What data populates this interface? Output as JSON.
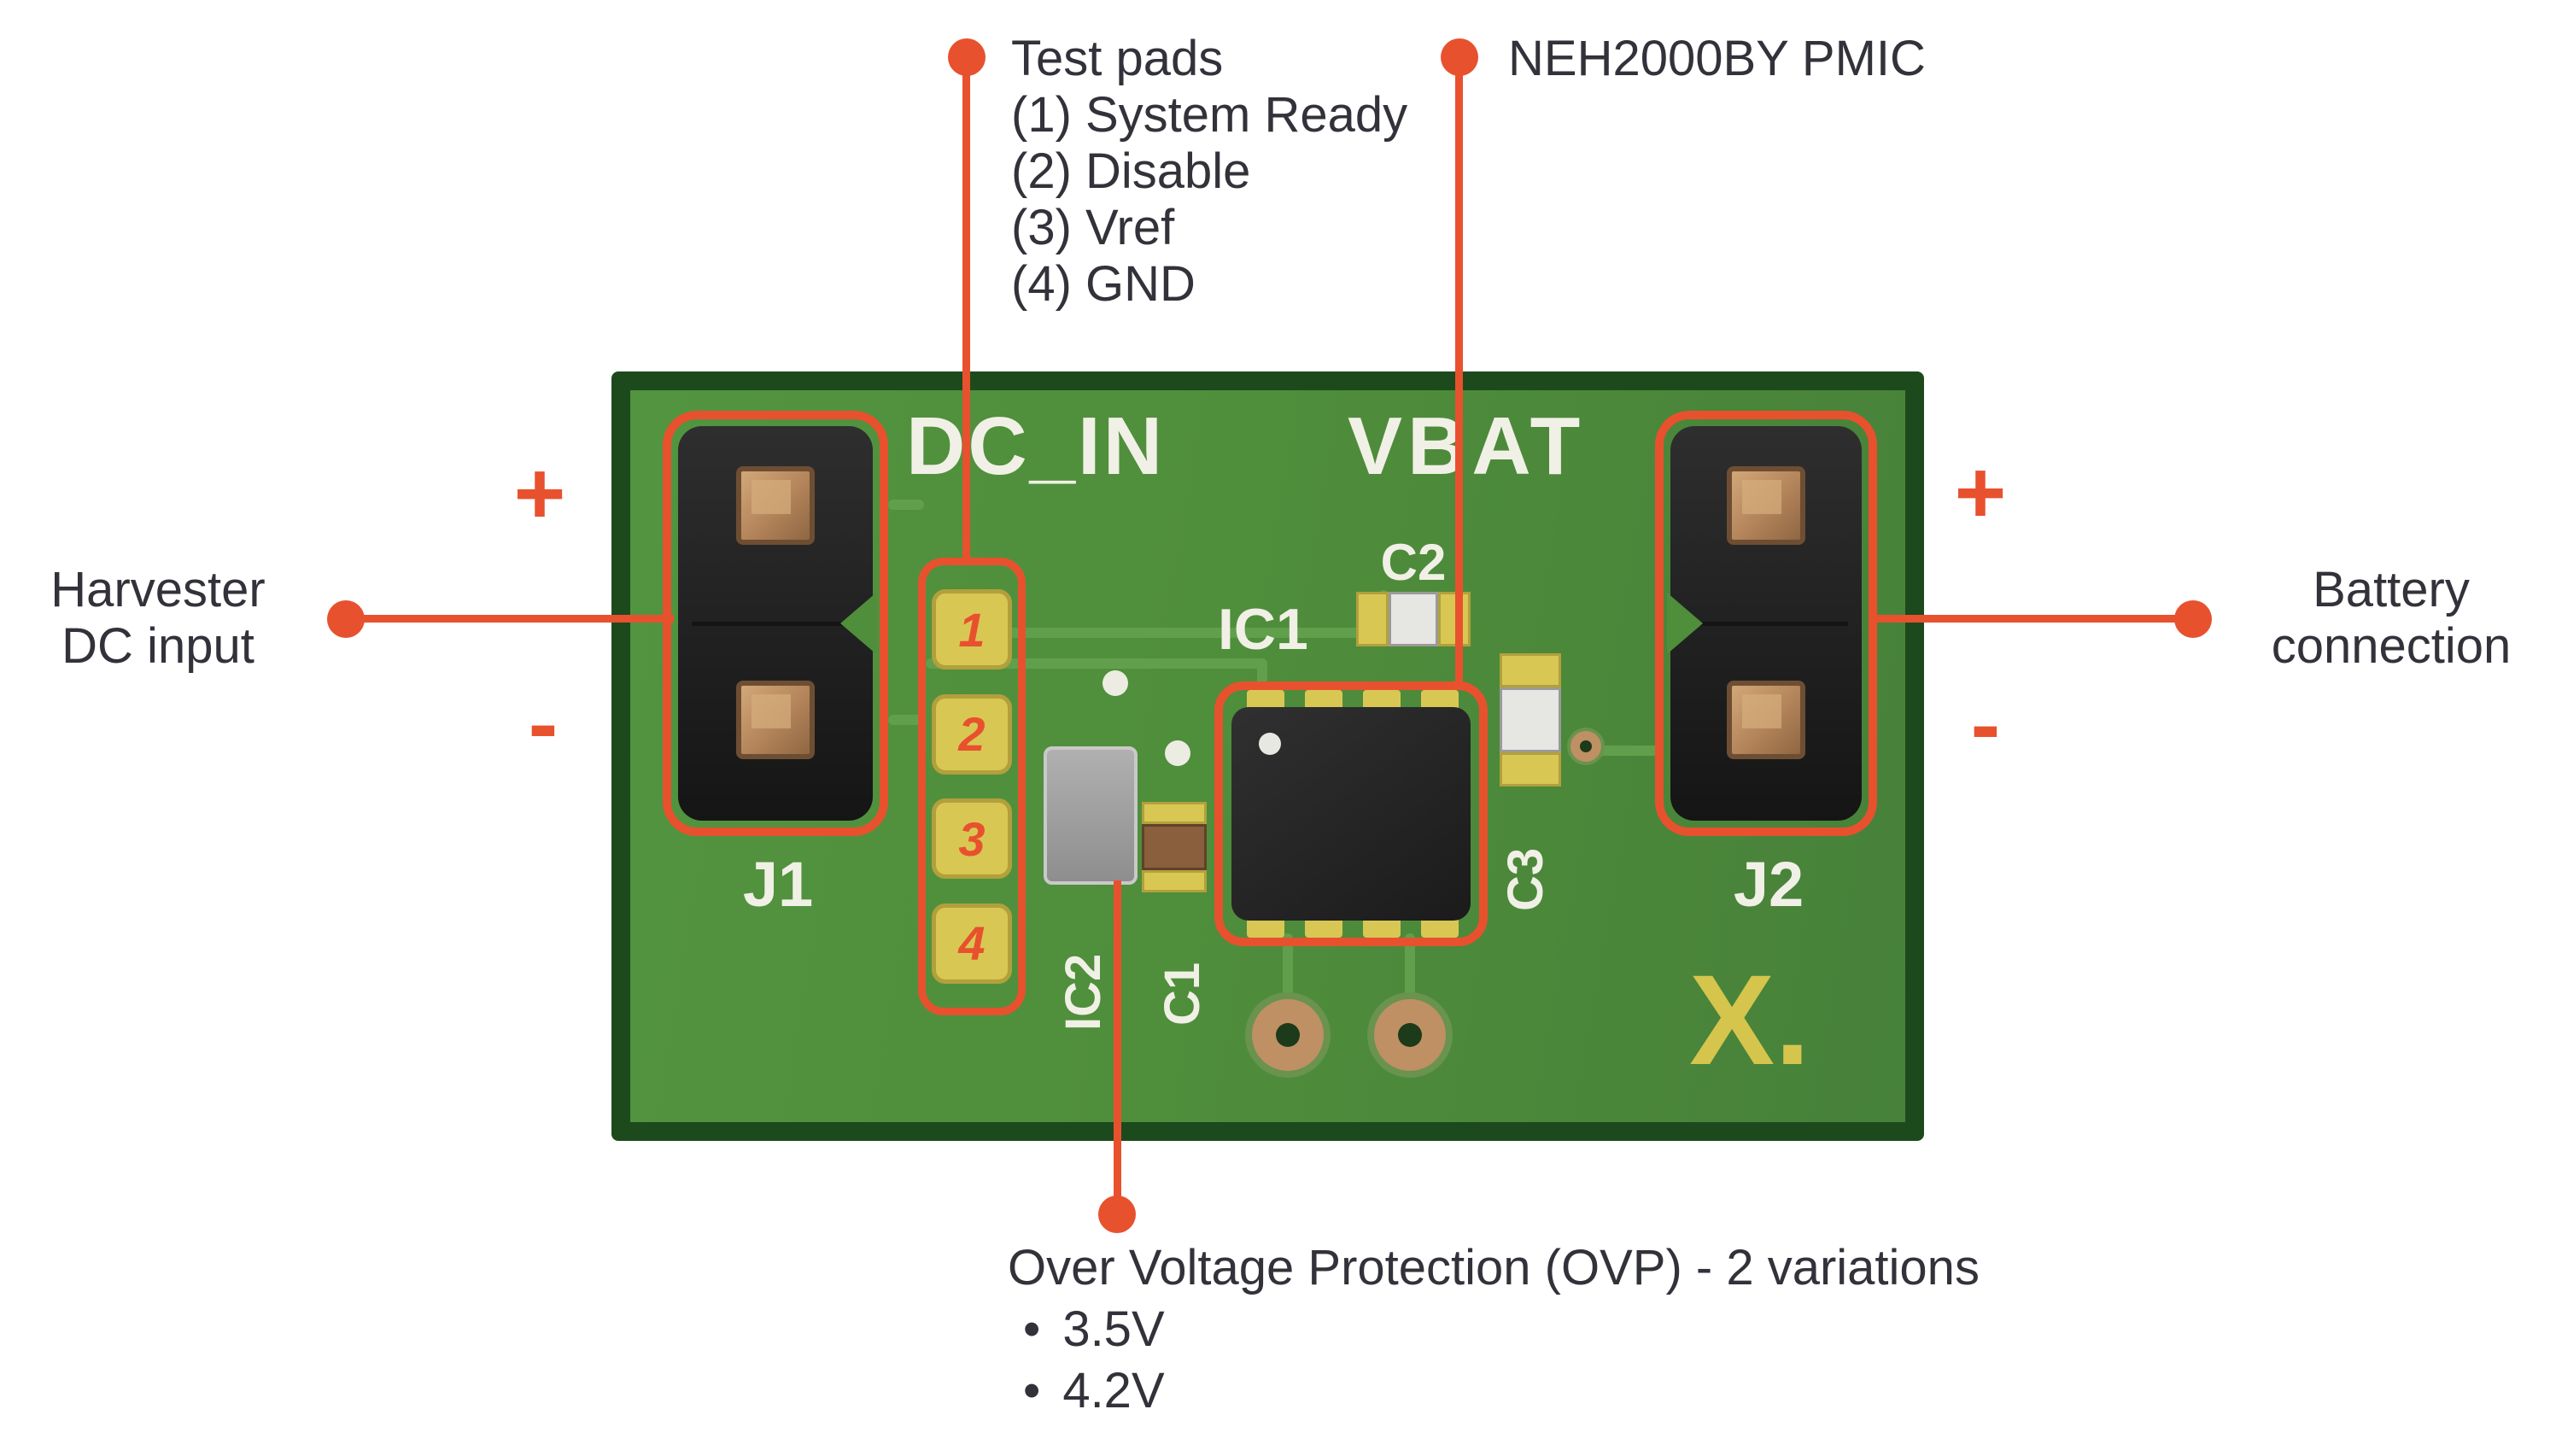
{
  "colors": {
    "accent": "#E8512E",
    "text": "#32323A",
    "board-edge": "#1D4A1C",
    "board-green": "#4F8E3B",
    "trace-green": "#619F4C",
    "pad-yellow": "#D9C754",
    "silkscreen": "#F1F0E6",
    "copper": "#BE9064",
    "logo-yellow": "#D5C54D"
  },
  "callouts": {
    "test_pads": {
      "title": "Test pads",
      "items": [
        "(1) System Ready",
        "(2) Disable",
        "(3) Vref",
        "(4) GND"
      ]
    },
    "pmic": {
      "label": "NEH2000BY PMIC"
    },
    "harvester": {
      "line1": "Harvester",
      "line2": "DC input",
      "plus": "+",
      "minus": "-"
    },
    "battery": {
      "line1": "Battery",
      "line2": "connection",
      "plus": "+",
      "minus": "-"
    },
    "ovp": {
      "title": "Over Voltage Protection (OVP) - 2 variations",
      "bullet": "•",
      "items": [
        "3.5V",
        "4.2V"
      ]
    }
  },
  "board": {
    "labels": {
      "dc_in": "DC_IN",
      "vbat": "VBAT",
      "j1": "J1",
      "j2": "J2",
      "ic1": "IC1",
      "ic2": "IC2",
      "c1": "C1",
      "c2": "C2",
      "c3": "C3",
      "logo": "X."
    },
    "test_pads": [
      "1",
      "2",
      "3",
      "4"
    ]
  }
}
